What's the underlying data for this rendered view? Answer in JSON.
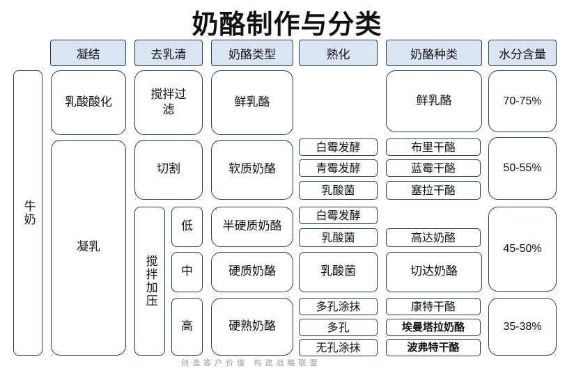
{
  "title": "奶酪制作与分类",
  "headers": [
    "凝结",
    "去乳清",
    "奶酪类型",
    "熟化",
    "奶酪种类",
    "水分含量"
  ],
  "milk": "牛奶",
  "coagulation": [
    "乳酸酸化",
    "凝乳"
  ],
  "whey": {
    "stir_filter": "搅拌过滤",
    "cut": "切割",
    "stir_press": "搅拌加压",
    "pressure_levels": [
      "低",
      "中",
      "高"
    ]
  },
  "types": [
    "鲜乳酪",
    "软质奶酪",
    "半硬质奶酪",
    "硬质奶酪",
    "硬熟奶酪"
  ],
  "ripening": [
    "白霉发酵",
    "青霉发酵",
    "乳酸菌",
    "白霉发酵",
    "乳酸菌",
    "乳酸菌",
    "多孔涂抹",
    "多孔",
    "无孔涂抹"
  ],
  "varieties": [
    "鲜乳酪",
    "布里干酪",
    "蓝霉干酪",
    "塞拉干酪",
    "高达奶酪",
    "切达奶酪",
    "康特干酪",
    "埃曼塔拉奶酪",
    "波弗特干酪"
  ],
  "moisture": [
    "70-75%",
    "50-55%",
    "45-50%",
    "35-38%"
  ],
  "footer": "创造客户价值 构建战略联盟"
}
